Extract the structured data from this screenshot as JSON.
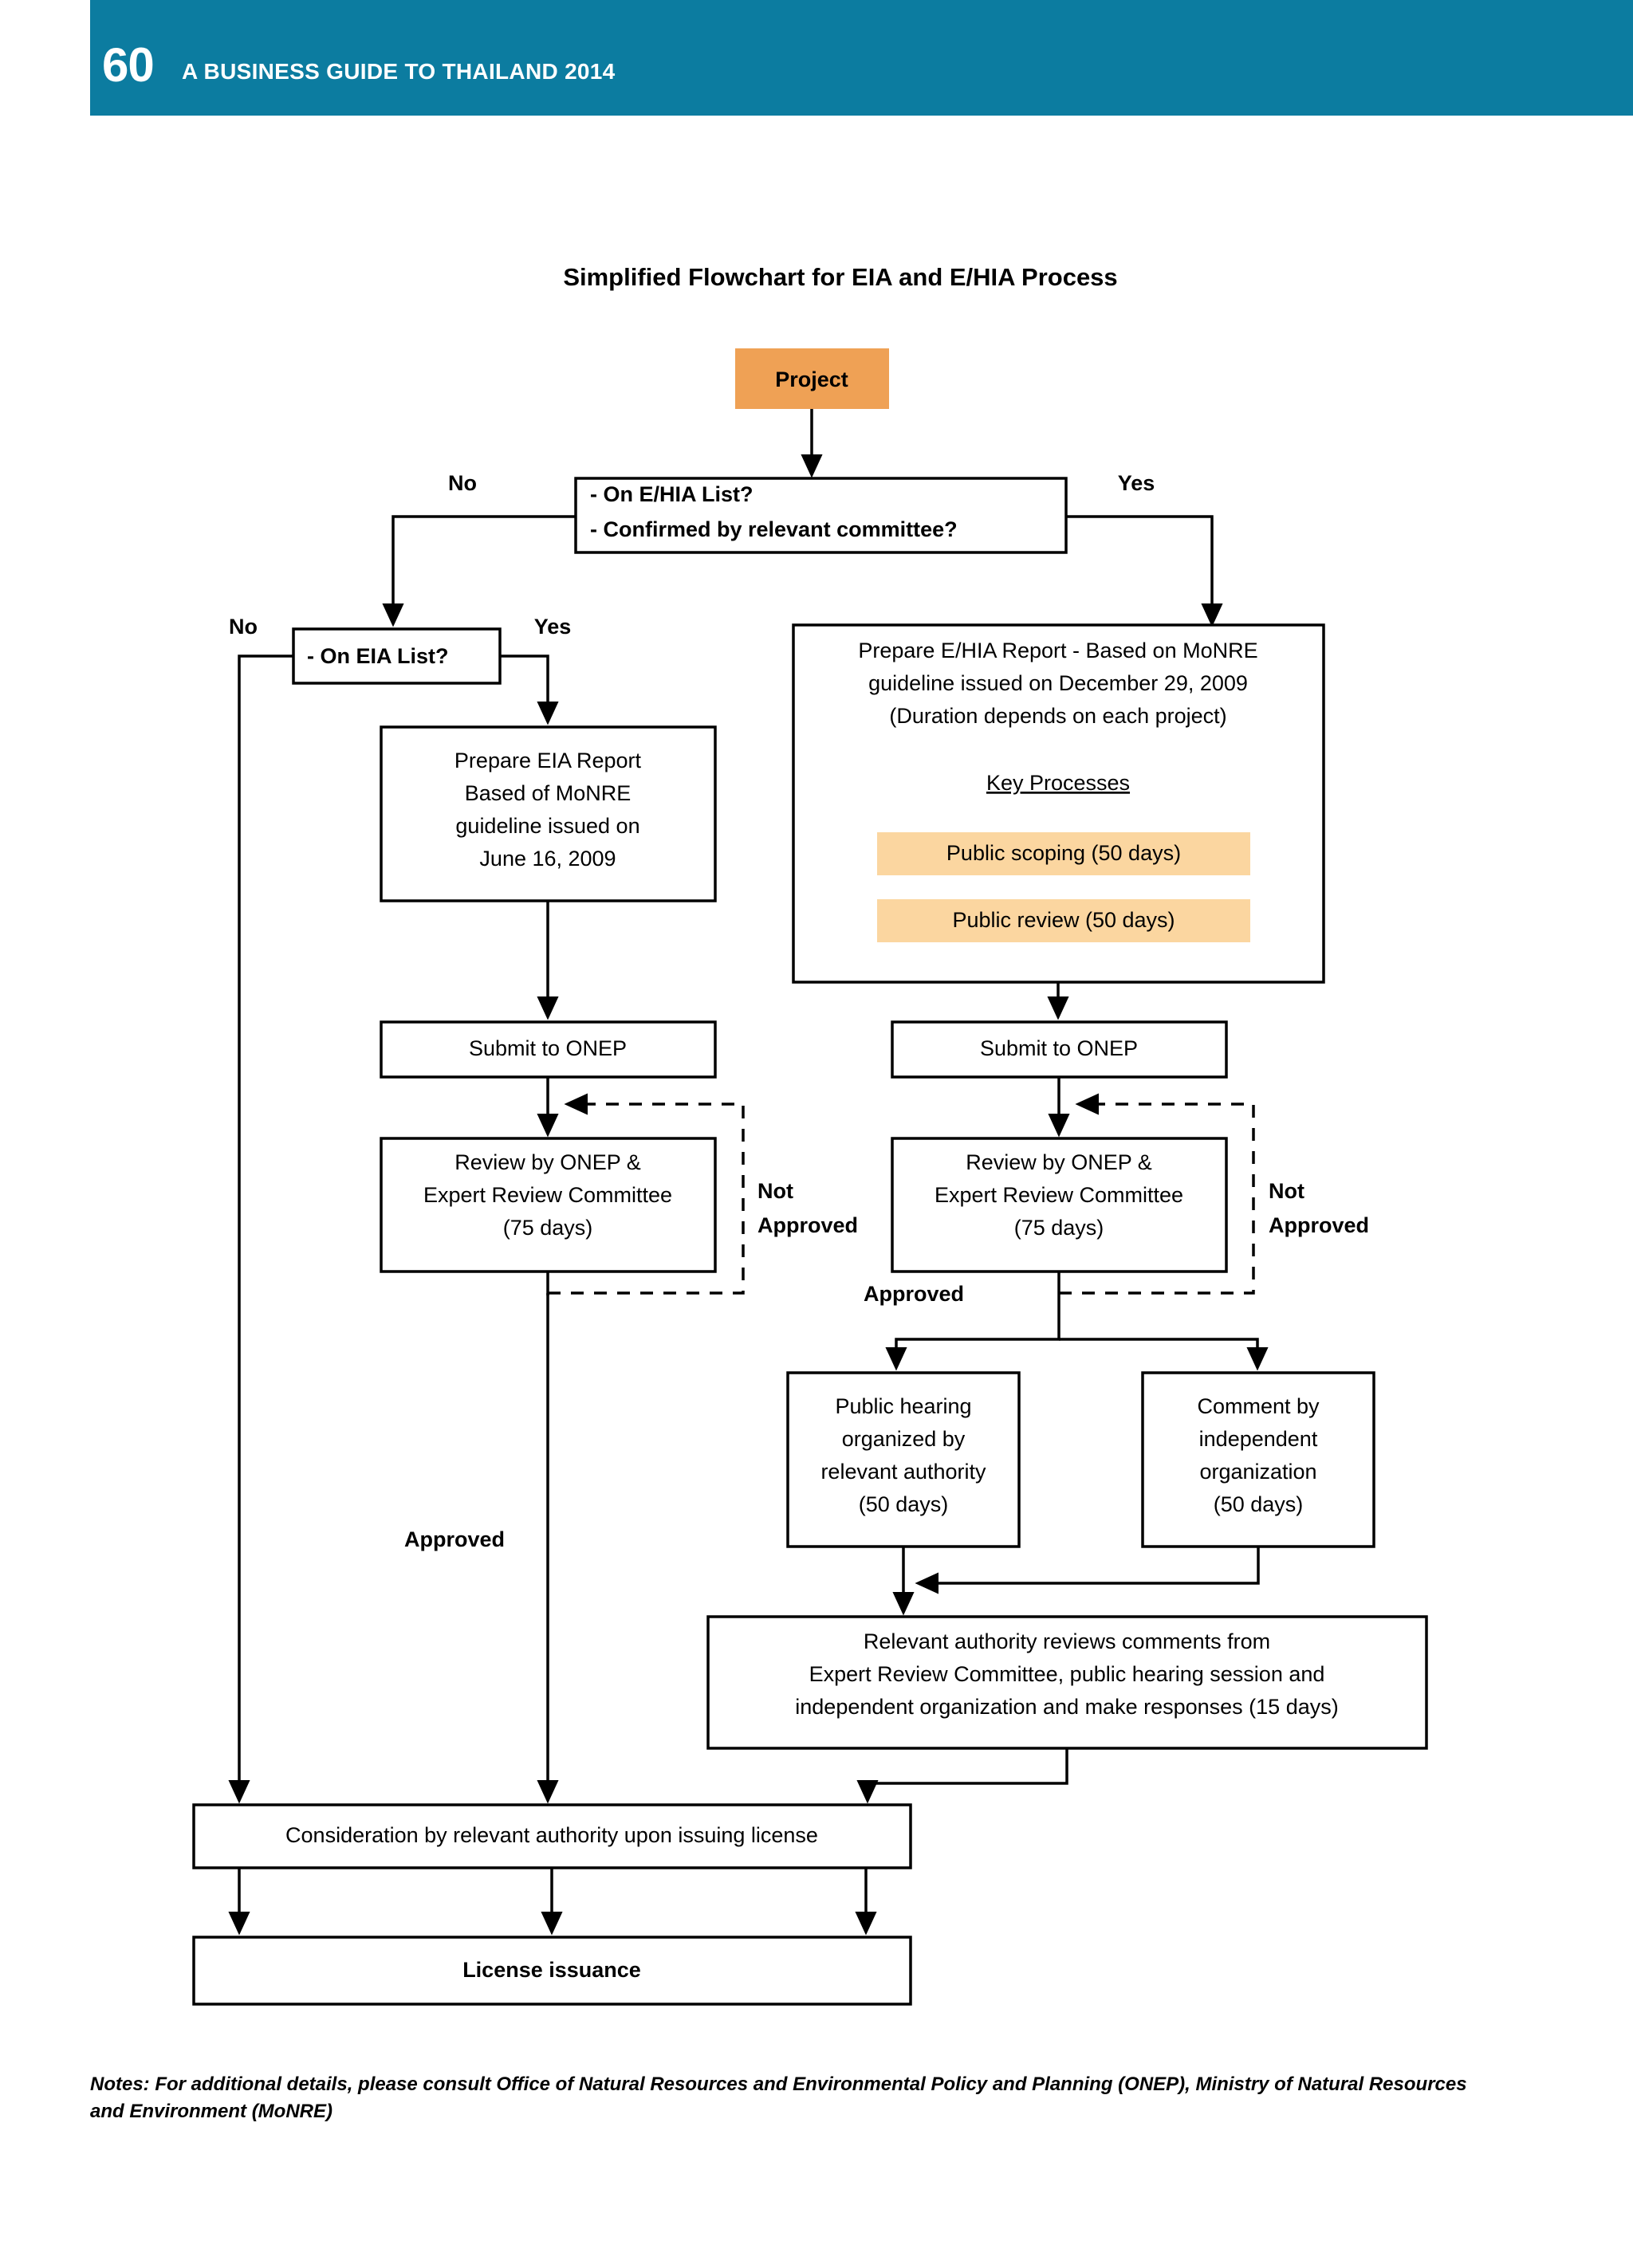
{
  "header": {
    "page_number": "60",
    "title": "A BUSINESS GUIDE TO THAILAND 2014",
    "band_color": "#0C7CA0",
    "text_color": "#FFFFFF"
  },
  "chart_title": "Simplified Flowchart for EIA and E/HIA Process",
  "colors": {
    "project_fill": "#EFA155",
    "key_process_fill": "#FBD6A0",
    "box_stroke": "#000000",
    "box_fill": "#FFFFFF",
    "header_teal": "#0C7CA0"
  },
  "nodes": {
    "project": {
      "label": "Project"
    },
    "decision_ehia": {
      "line1": "- On E/HIA List?",
      "line2": "- Confirmed by relevant committee?"
    },
    "decision_eia": {
      "label": "- On EIA List?"
    },
    "prepare_eia": {
      "lines": [
        "Prepare EIA Report",
        "Based of MoNRE",
        "guideline issued on",
        "June 16, 2009"
      ]
    },
    "prepare_ehia": {
      "lines": [
        "Prepare E/HIA Report - Based on MoNRE",
        "guideline issued on December 29, 2009",
        "(Duration depends on each project)"
      ],
      "key_processes_heading": "Key Processes",
      "key_processes": [
        "Public scoping (50 days)",
        "Public review (50 days)"
      ]
    },
    "submit_onep_left": {
      "label": "Submit to ONEP"
    },
    "submit_onep_right": {
      "label": "Submit to ONEP"
    },
    "review_left": {
      "lines": [
        "Review by ONEP &",
        "Expert Review Committee",
        "(75 days)"
      ]
    },
    "review_right": {
      "lines": [
        "Review by ONEP &",
        "Expert Review Committee",
        "(75 days)"
      ]
    },
    "public_hearing": {
      "lines": [
        "Public hearing",
        "organized by",
        "relevant authority",
        "(50 days)"
      ]
    },
    "independent_comment": {
      "lines": [
        "Comment by",
        "independent",
        "organization",
        "(50 days)"
      ]
    },
    "authority_reviews": {
      "lines": [
        "Relevant authority reviews comments from",
        "Expert Review Committee, public hearing session and",
        "independent organization and make responses (15 days)"
      ]
    },
    "consideration": {
      "label": "Consideration by relevant authority upon issuing license"
    },
    "license_issuance": {
      "label": "License issuance"
    }
  },
  "edge_labels": {
    "ehia_no": "No",
    "ehia_yes": "Yes",
    "eia_no": "No",
    "eia_yes": "Yes",
    "not_approved_left": "Not\nApproved",
    "not_approved_left_l1": "Not",
    "not_approved_left_l2": "Approved",
    "not_approved_right_l1": "Not",
    "not_approved_right_l2": "Approved",
    "approved_center": "Approved",
    "approved_left": "Approved"
  },
  "notes": {
    "line1": "Notes: For additional details, please consult Office of Natural Resources and Environmental Policy and Planning (ONEP), Ministry of Natural Resources",
    "line2": "and Environment (MoNRE)"
  }
}
